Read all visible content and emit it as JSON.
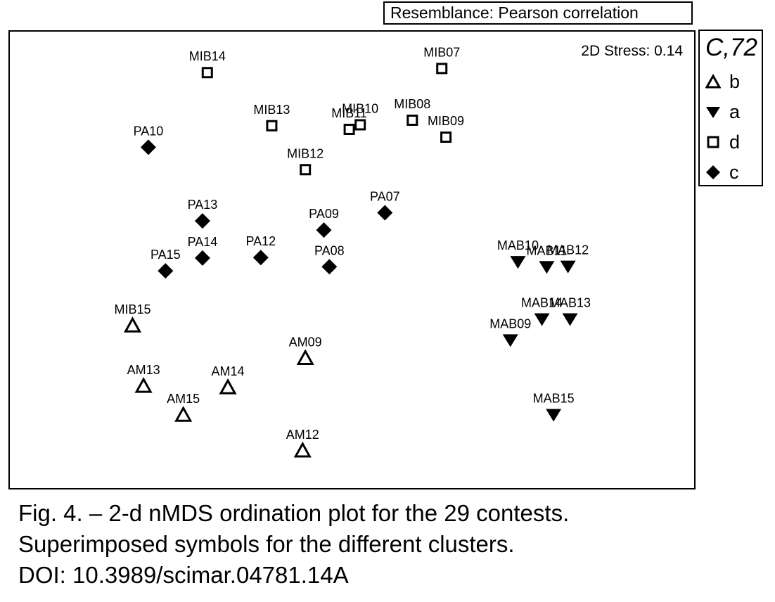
{
  "resemblance": "Resemblance: Pearson correlation",
  "stress": "2D Stress: 0.14",
  "legend": {
    "title": "C,72",
    "items": [
      {
        "group": "b",
        "label": "b",
        "marker": "triangle-up-open"
      },
      {
        "group": "a",
        "label": "a",
        "marker": "triangle-down-filled"
      },
      {
        "group": "d",
        "label": "d",
        "marker": "square-open"
      },
      {
        "group": "c",
        "label": "c",
        "marker": "diamond-filled"
      }
    ]
  },
  "caption": [
    "Fig. 4. – 2-d nMDS ordination plot for the 29 contests.",
    "Superimposed symbols for the different clusters.",
    "DOI: 10.3989/scimar.04781.14A"
  ],
  "chart_data": {
    "type": "scatter",
    "title": "",
    "xlabel": "",
    "ylabel": "",
    "xlim": [
      0,
      1
    ],
    "ylim": [
      0,
      1
    ],
    "grid": false,
    "legend_position": "right",
    "points": [
      {
        "label": "MIB14",
        "group": "d",
        "x": 0.289,
        "y": 0.909
      },
      {
        "label": "MIB07",
        "group": "d",
        "x": 0.631,
        "y": 0.918
      },
      {
        "label": "MIB13",
        "group": "d",
        "x": 0.383,
        "y": 0.793
      },
      {
        "label": "MIB10",
        "group": "d",
        "x": 0.512,
        "y": 0.795
      },
      {
        "label": "MIB11",
        "group": "d",
        "x": 0.496,
        "y": 0.785
      },
      {
        "label": "MIB08",
        "group": "d",
        "x": 0.588,
        "y": 0.805
      },
      {
        "label": "MIB09",
        "group": "d",
        "x": 0.637,
        "y": 0.768
      },
      {
        "label": "MIB12",
        "group": "d",
        "x": 0.432,
        "y": 0.697
      },
      {
        "label": "PA10",
        "group": "c",
        "x": 0.203,
        "y": 0.746
      },
      {
        "label": "PA07",
        "group": "c",
        "x": 0.548,
        "y": 0.603
      },
      {
        "label": "PA13",
        "group": "c",
        "x": 0.282,
        "y": 0.585
      },
      {
        "label": "PA09",
        "group": "c",
        "x": 0.459,
        "y": 0.565
      },
      {
        "label": "PA14",
        "group": "c",
        "x": 0.282,
        "y": 0.504
      },
      {
        "label": "PA12",
        "group": "c",
        "x": 0.367,
        "y": 0.505
      },
      {
        "label": "PA15",
        "group": "c",
        "x": 0.228,
        "y": 0.476
      },
      {
        "label": "PA08",
        "group": "c",
        "x": 0.467,
        "y": 0.485
      },
      {
        "label": "MAB10",
        "group": "a",
        "x": 0.742,
        "y": 0.496
      },
      {
        "label": "MAB11",
        "group": "a",
        "x": 0.784,
        "y": 0.485
      },
      {
        "label": "MAB12",
        "group": "a",
        "x": 0.815,
        "y": 0.486
      },
      {
        "label": "MAB14",
        "group": "a",
        "x": 0.777,
        "y": 0.371
      },
      {
        "label": "MAB13",
        "group": "a",
        "x": 0.818,
        "y": 0.371
      },
      {
        "label": "MAB09",
        "group": "a",
        "x": 0.731,
        "y": 0.325
      },
      {
        "label": "MAB15",
        "group": "a",
        "x": 0.794,
        "y": 0.162
      },
      {
        "label": "MIB15",
        "group": "b",
        "x": 0.18,
        "y": 0.356
      },
      {
        "label": "AM09",
        "group": "b",
        "x": 0.432,
        "y": 0.285
      },
      {
        "label": "AM13",
        "group": "b",
        "x": 0.196,
        "y": 0.224
      },
      {
        "label": "AM14",
        "group": "b",
        "x": 0.319,
        "y": 0.221
      },
      {
        "label": "AM15",
        "group": "b",
        "x": 0.254,
        "y": 0.161
      },
      {
        "label": "AM12",
        "group": "b",
        "x": 0.428,
        "y": 0.083
      }
    ]
  }
}
